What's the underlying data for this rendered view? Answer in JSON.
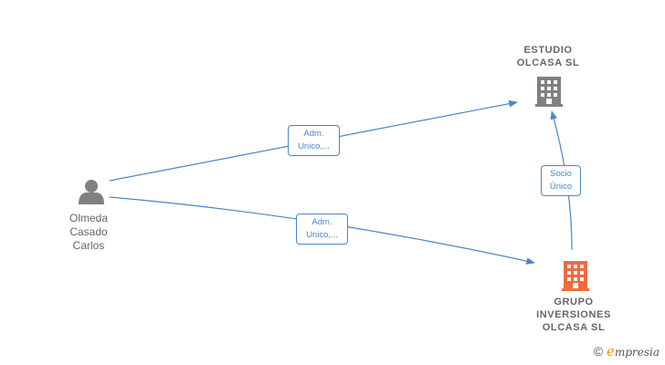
{
  "nodes": {
    "estudio": {
      "label_line1": "ESTUDIO",
      "label_line2": "OLCASA  SL",
      "icon": "building-icon",
      "color": "#808080"
    },
    "grupo": {
      "label_line1": "GRUPO",
      "label_line2": "INVERSIONES",
      "label_line3": "OLCASA  SL",
      "icon": "building-icon",
      "color": "#f26a3d"
    },
    "person": {
      "label_line1": "Olmeda",
      "label_line2": "Casado",
      "label_line3": "Carlos",
      "icon": "person-icon",
      "color": "#808080"
    }
  },
  "edges": [
    {
      "from": "person",
      "to": "estudio",
      "label_line1": "Adm.",
      "label_line2": "Unico,..."
    },
    {
      "from": "person",
      "to": "grupo",
      "label_line1": "Adm.",
      "label_line2": "Unico,..."
    },
    {
      "from": "grupo",
      "to": "estudio",
      "label_line1": "Socio",
      "label_line2": "Único"
    }
  ],
  "brand": {
    "copyright": "©",
    "e": "e",
    "name": "mpresia"
  },
  "colors": {
    "edge": "#4a86c8"
  }
}
